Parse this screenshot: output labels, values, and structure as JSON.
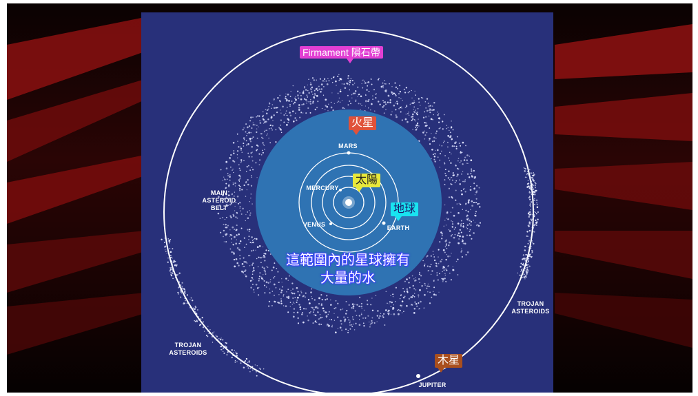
{
  "labels": {
    "main_belt": "MAIN\nASTEROID\nBELT",
    "mars": "MARS",
    "mercury": "MERCURY",
    "venus": "VENUS",
    "earth": "EARTH",
    "jupiter": "JUPITER",
    "trojan_left": "TROJAN\nASTEROIDS",
    "trojan_right": "TROJAN\nASTEROIDS"
  },
  "tags": {
    "firmament": "Firmament 隕石帶",
    "mars": "火星",
    "sun": "太陽",
    "earth": "地球",
    "jupiter": "木星"
  },
  "caption": {
    "line1": "這範圍內的星球擁有",
    "line2": "大量的水"
  },
  "colors": {
    "panel": "#28307a",
    "inner_zone": "#2f73b3",
    "firmament_tag": "#e23fd3",
    "mars_tag": "#e0523a",
    "sun_tag": "#e8e83a",
    "earth_tag": "#19e3f0",
    "jupiter_tag": "#a94f1e"
  }
}
